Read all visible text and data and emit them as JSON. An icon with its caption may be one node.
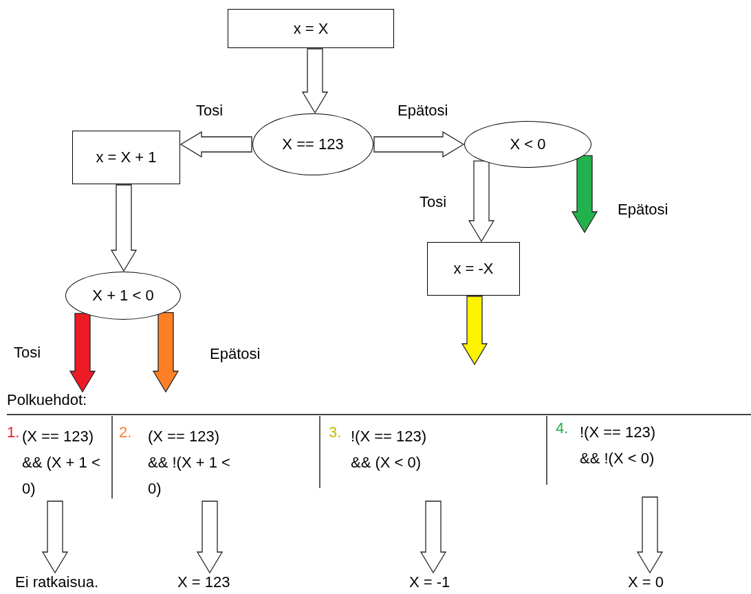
{
  "diagram": {
    "nodes": [
      {
        "text": [
          "x = X"
        ]
      },
      {
        "text": [
          "X == 123"
        ]
      },
      {
        "text": [
          "x = X + 1"
        ]
      },
      {
        "text": [
          "X < 0"
        ]
      },
      {
        "text": [
          "X + 1 < 0"
        ]
      },
      {
        "text": [
          "x = -X"
        ]
      },
      {
        "text": [
          "1.",
          "(X == 123) && (X + 1 < 0)"
        ]
      },
      {
        "text": [
          "2.",
          "(X == 123) && !(X + 1 < 0)"
        ]
      },
      {
        "text": [
          "3.",
          "!(X == 123) && (X < 0)"
        ]
      },
      {
        "text": [
          "4.",
          "!(X == 123) && !(X < 0)"
        ]
      },
      {
        "text": [
          "Ei ratkaisua."
        ]
      },
      {
        "text": [
          "X = 123"
        ]
      },
      {
        "text": [
          "X = -1"
        ]
      },
      {
        "text": [
          "X = 0"
        ]
      }
    ],
    "edges": [
      {
        "from": 0,
        "to": 1,
        "arrow": "to"
      },
      {
        "from": 1,
        "to": 2,
        "arrow": "to",
        "label": "Tosi"
      },
      {
        "from": 1,
        "to": 3,
        "arrow": "to",
        "label": "Epätosi"
      },
      {
        "from": 3,
        "to": 5,
        "arrow": "to",
        "label": "Tosi"
      },
      {
        "from": 3,
        "to": null,
        "arrow": "to",
        "label": "Epätosi",
        "color": "#22b14c"
      },
      {
        "from": 2,
        "to": 4,
        "arrow": "to"
      },
      {
        "from": 4,
        "to": null,
        "arrow": "to",
        "label": "Tosi",
        "color": "#ed1c24"
      },
      {
        "from": 4,
        "to": null,
        "arrow": "to",
        "label": "Epätosi",
        "color": "#ff7f27"
      },
      {
        "from": 5,
        "to": null,
        "arrow": "to",
        "color": "#fff200"
      },
      {
        "from": 6,
        "to": 10,
        "arrow": "to"
      },
      {
        "from": 7,
        "to": 11,
        "arrow": "to"
      },
      {
        "from": 8,
        "to": 12,
        "arrow": "to"
      },
      {
        "from": 9,
        "to": 13,
        "arrow": "to"
      }
    ],
    "labels": [
      "Polkuehdot:"
    ]
  }
}
